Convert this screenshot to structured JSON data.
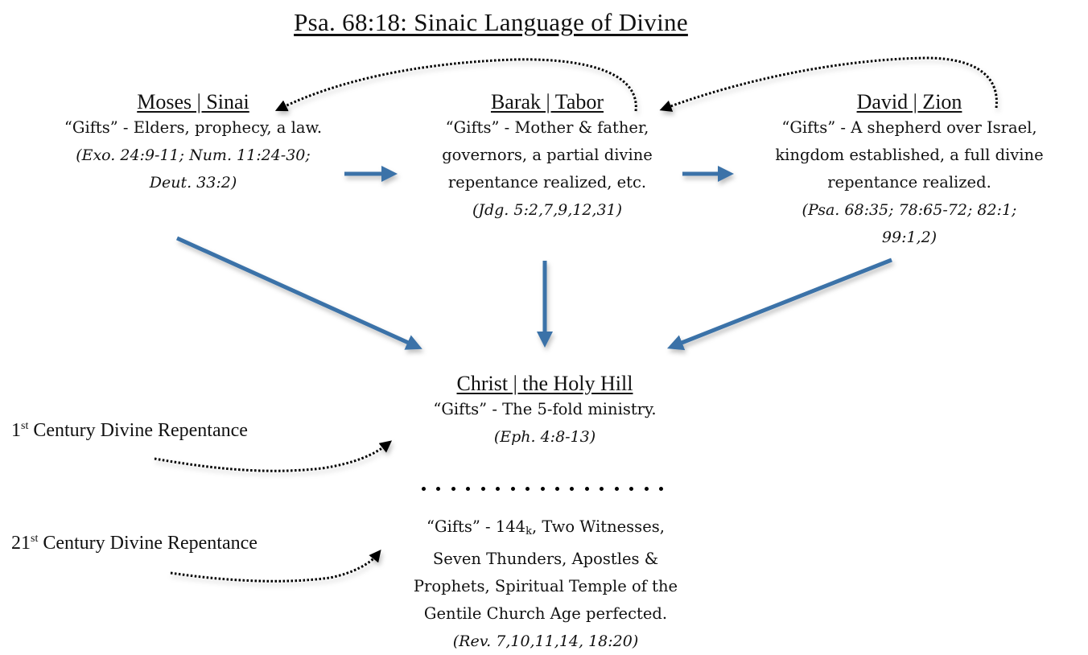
{
  "title": "Psa. 68:18: Sinaic Language of Divine",
  "colors": {
    "arrow_blue": "#3a72a8",
    "text": "#111111",
    "dotted": "#000000"
  },
  "nodes": {
    "moses": {
      "heading": "Moses | Sinai",
      "lines": [
        "“Gifts” - Elders, prophecy, a law."
      ],
      "refs": [
        "(Exo. 24:9-11; Num. 11:24-30;",
        "Deut. 33:2)"
      ]
    },
    "barak": {
      "heading": "Barak | Tabor",
      "lines": [
        "“Gifts” - Mother & father,",
        "governors, a partial divine",
        "repentance realized, etc."
      ],
      "refs": [
        "(Jdg. 5:2,7,9,12,31)"
      ]
    },
    "david": {
      "heading": "David | Zion",
      "lines": [
        "“Gifts” - A shepherd over Israel,",
        "kingdom established, a full divine",
        "repentance realized."
      ],
      "refs": [
        "(Psa. 68:35; 78:65-72; 82:1;",
        "99:1,2)"
      ]
    },
    "christ": {
      "heading": "Christ | the Holy Hill",
      "lines": [
        "“Gifts” - The 5-fold ministry."
      ],
      "refs": [
        "(Eph. 4:8-13)"
      ]
    },
    "future": {
      "line1_prefix": "“Gifts” - 144",
      "line1_sub": "k",
      "line1_suffix": ", Two Witnesses,",
      "lines": [
        "Seven Thunders, Apostles &",
        "Prophets, Spiritual Temple of the",
        "Gentile Church Age perfected."
      ],
      "refs": [
        "(Rev. 7,10,11,14, 18:20)"
      ]
    }
  },
  "side_labels": [
    {
      "num": "1",
      "sup": "st",
      "text": " Century Divine Repentance"
    },
    {
      "num": "21",
      "sup": "st",
      "text": " Century Divine Repentance"
    }
  ],
  "separator_dots": 17,
  "edges": [
    {
      "from": "moses",
      "to": "barak",
      "style": "solid-blue"
    },
    {
      "from": "barak",
      "to": "david",
      "style": "solid-blue"
    },
    {
      "from": "moses",
      "to": "christ",
      "style": "solid-blue"
    },
    {
      "from": "barak",
      "to": "christ",
      "style": "solid-blue"
    },
    {
      "from": "david",
      "to": "christ",
      "style": "solid-blue"
    },
    {
      "from": "barak",
      "to": "moses",
      "style": "dotted-curve"
    },
    {
      "from": "david",
      "to": "barak",
      "style": "dotted-curve"
    },
    {
      "from": "1st-century",
      "to": "christ",
      "style": "dotted-curve"
    },
    {
      "from": "21st-century",
      "to": "future",
      "style": "dotted-curve"
    }
  ]
}
